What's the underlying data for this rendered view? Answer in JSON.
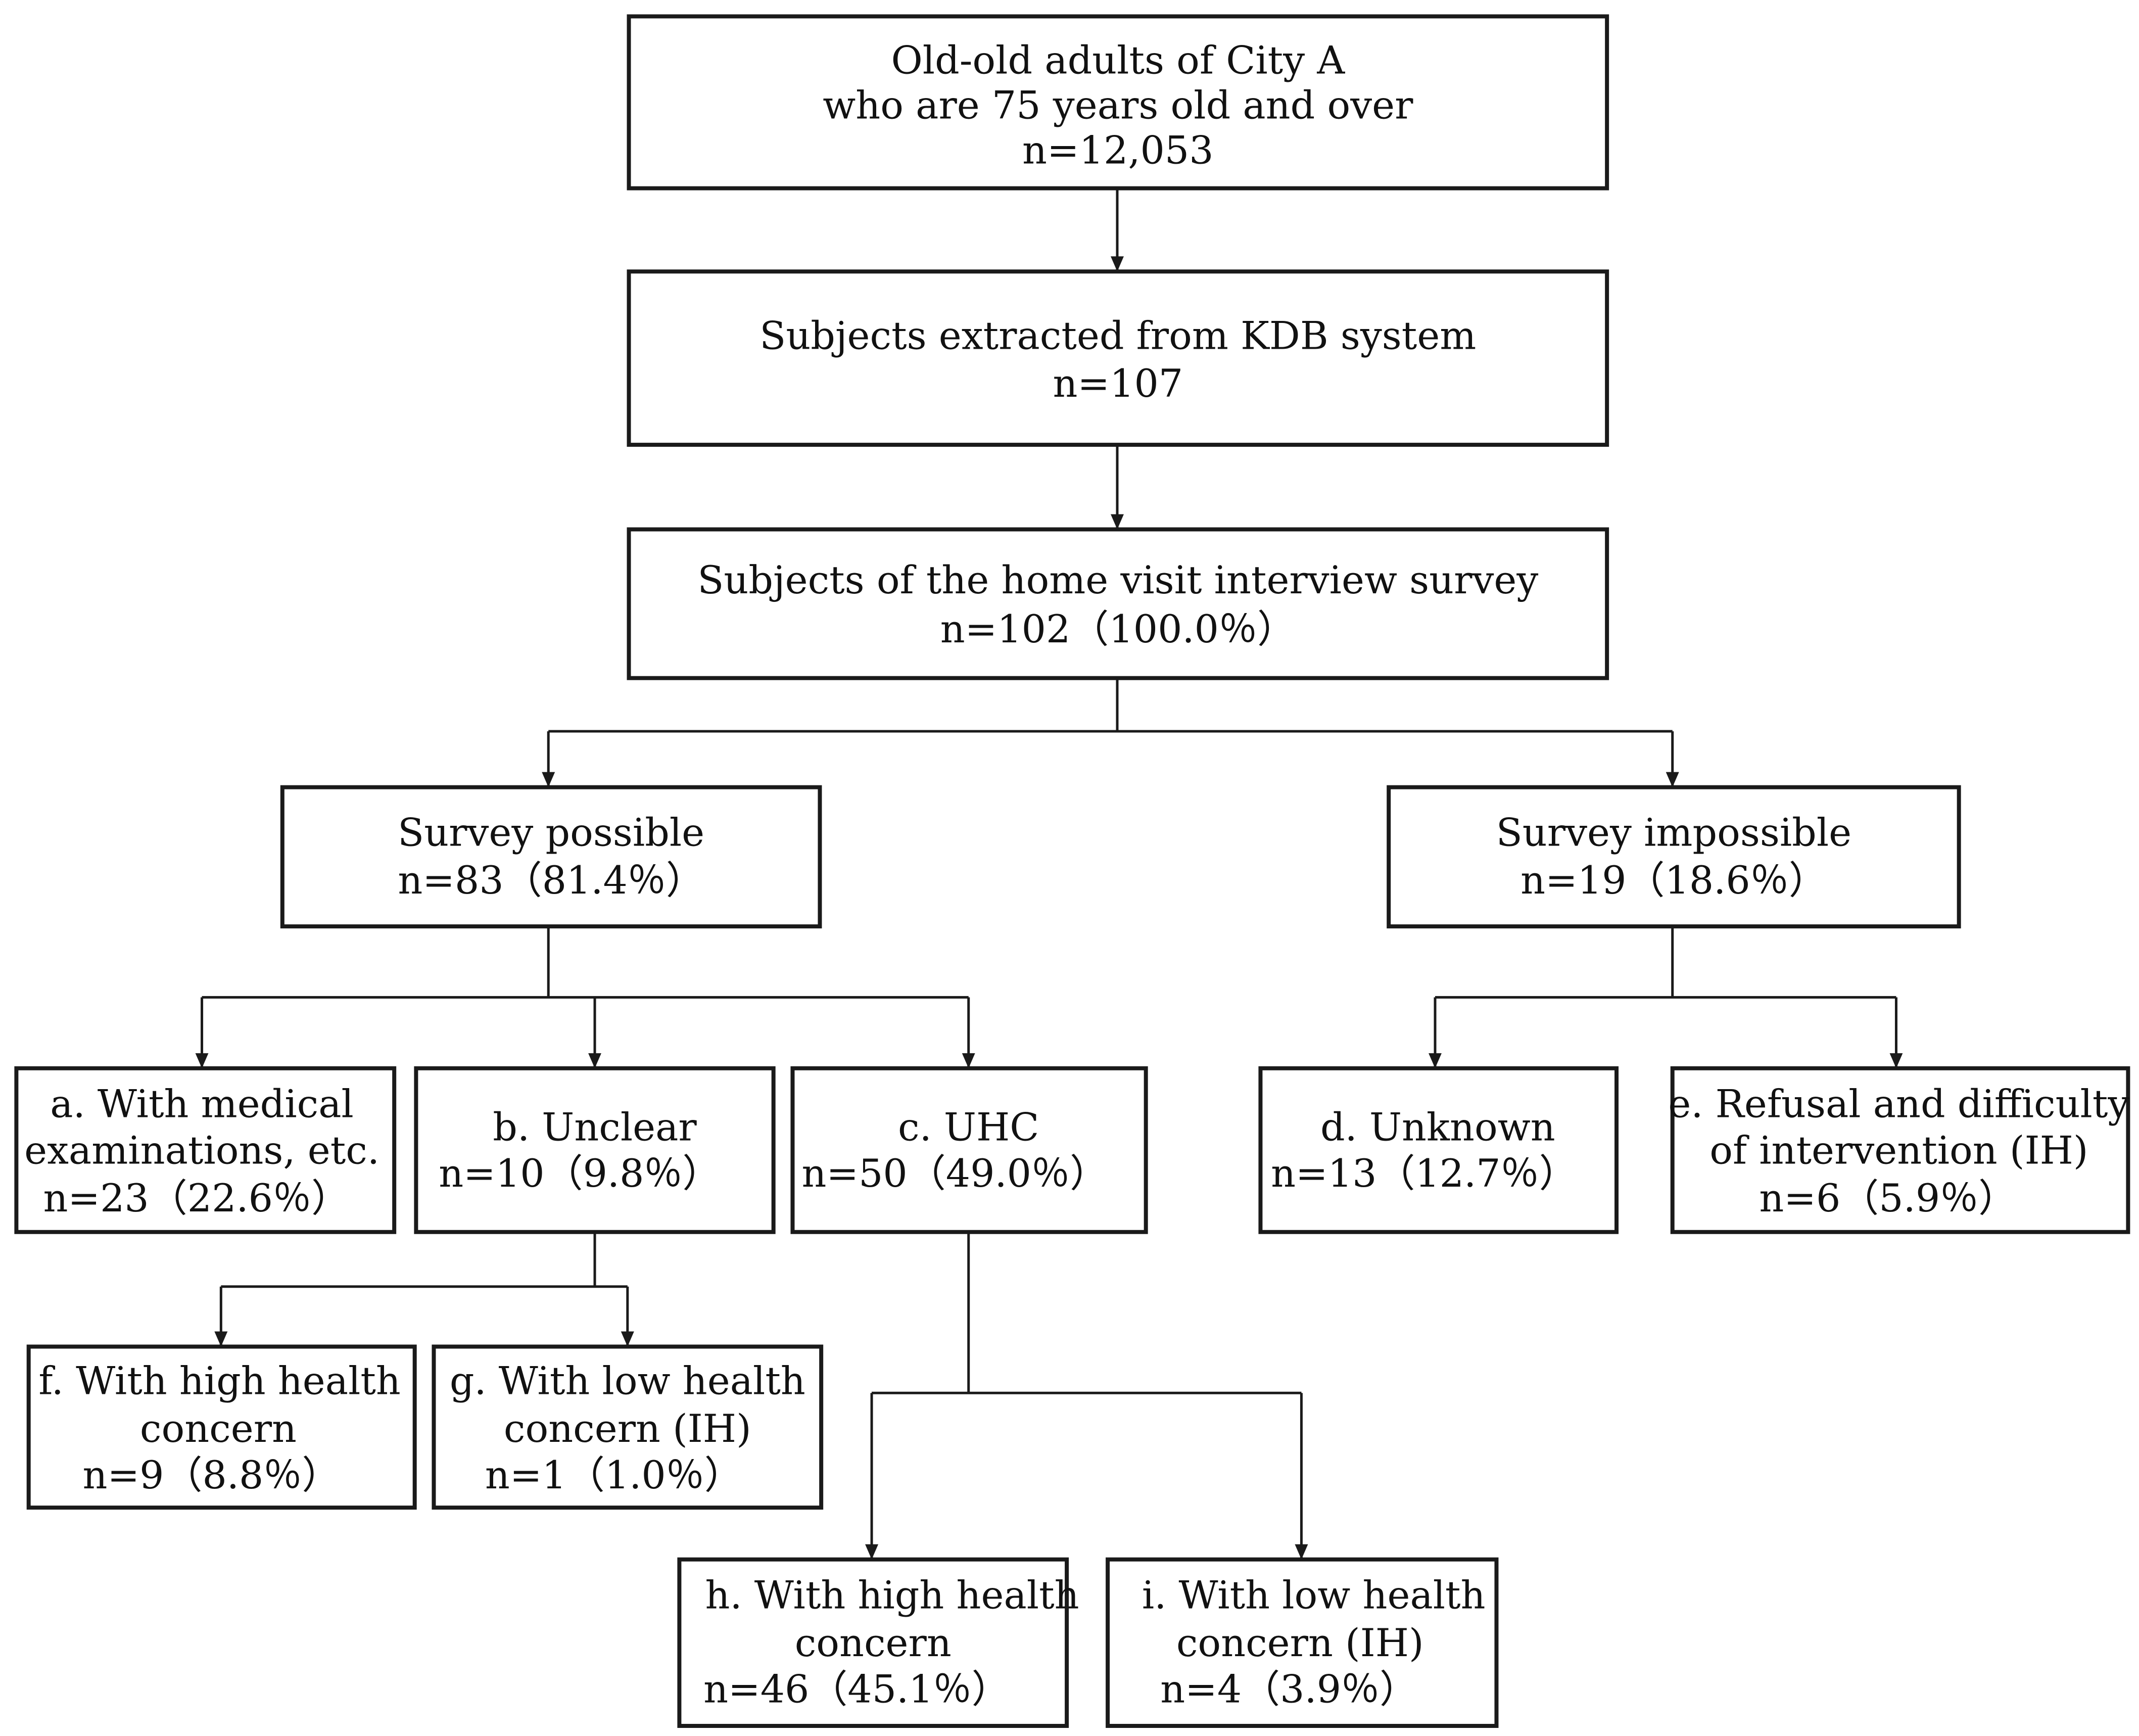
{
  "nodes": {
    "root": {
      "lines": [
        "Old-old adults of City A",
        "who are 75 years old and over",
        "n=12,053"
      ]
    },
    "kdb": {
      "lines": [
        "Subjects extracted from KDB system",
        "n=107"
      ]
    },
    "survey_subjects": {
      "lines": [
        "Subjects of the home visit interview survey",
        "n=102（100.0％）"
      ]
    },
    "survey_possible": {
      "lines": [
        "Survey possible",
        "n=83（81.4％）"
      ]
    },
    "survey_impossible": {
      "lines": [
        "Survey impossible",
        "n=19（18.6％）"
      ]
    },
    "a": {
      "lines": [
        "a. With medical",
        "examinations, etc.",
        "n=23（22.6％）"
      ]
    },
    "b": {
      "lines": [
        "b. Unclear",
        "n=10（9.8％）"
      ]
    },
    "c": {
      "lines": [
        "c. UHC",
        "n=50（49.0％）"
      ]
    },
    "d": {
      "lines": [
        "d. Unknown",
        "n=13（12.7％）"
      ]
    },
    "e": {
      "lines": [
        "e. Refusal and difficulty",
        "of intervention (IH)",
        "n=6（5.9％）"
      ]
    },
    "f": {
      "lines": [
        "f. With high health",
        "concern",
        "n=9（8.8％）"
      ]
    },
    "g": {
      "lines": [
        "g. With low health",
        "concern (IH)",
        "n=1（1.0％）"
      ]
    },
    "h": {
      "lines": [
        "h. With high health",
        "concern",
        "n=46（45.1％）"
      ]
    },
    "i": {
      "lines": [
        "i. With low health",
        "concern (IH)",
        "n=4（3.9％）"
      ]
    }
  },
  "edges": [
    [
      "root",
      "kdb"
    ],
    [
      "kdb",
      "survey_subjects"
    ],
    [
      "survey_subjects",
      "survey_possible"
    ],
    [
      "survey_subjects",
      "survey_impossible"
    ],
    [
      "survey_possible",
      "a"
    ],
    [
      "survey_possible",
      "b"
    ],
    [
      "survey_possible",
      "c"
    ],
    [
      "survey_impossible",
      "d"
    ],
    [
      "survey_impossible",
      "e"
    ],
    [
      "b",
      "f"
    ],
    [
      "b",
      "g"
    ],
    [
      "c",
      "h"
    ],
    [
      "c",
      "i"
    ]
  ]
}
